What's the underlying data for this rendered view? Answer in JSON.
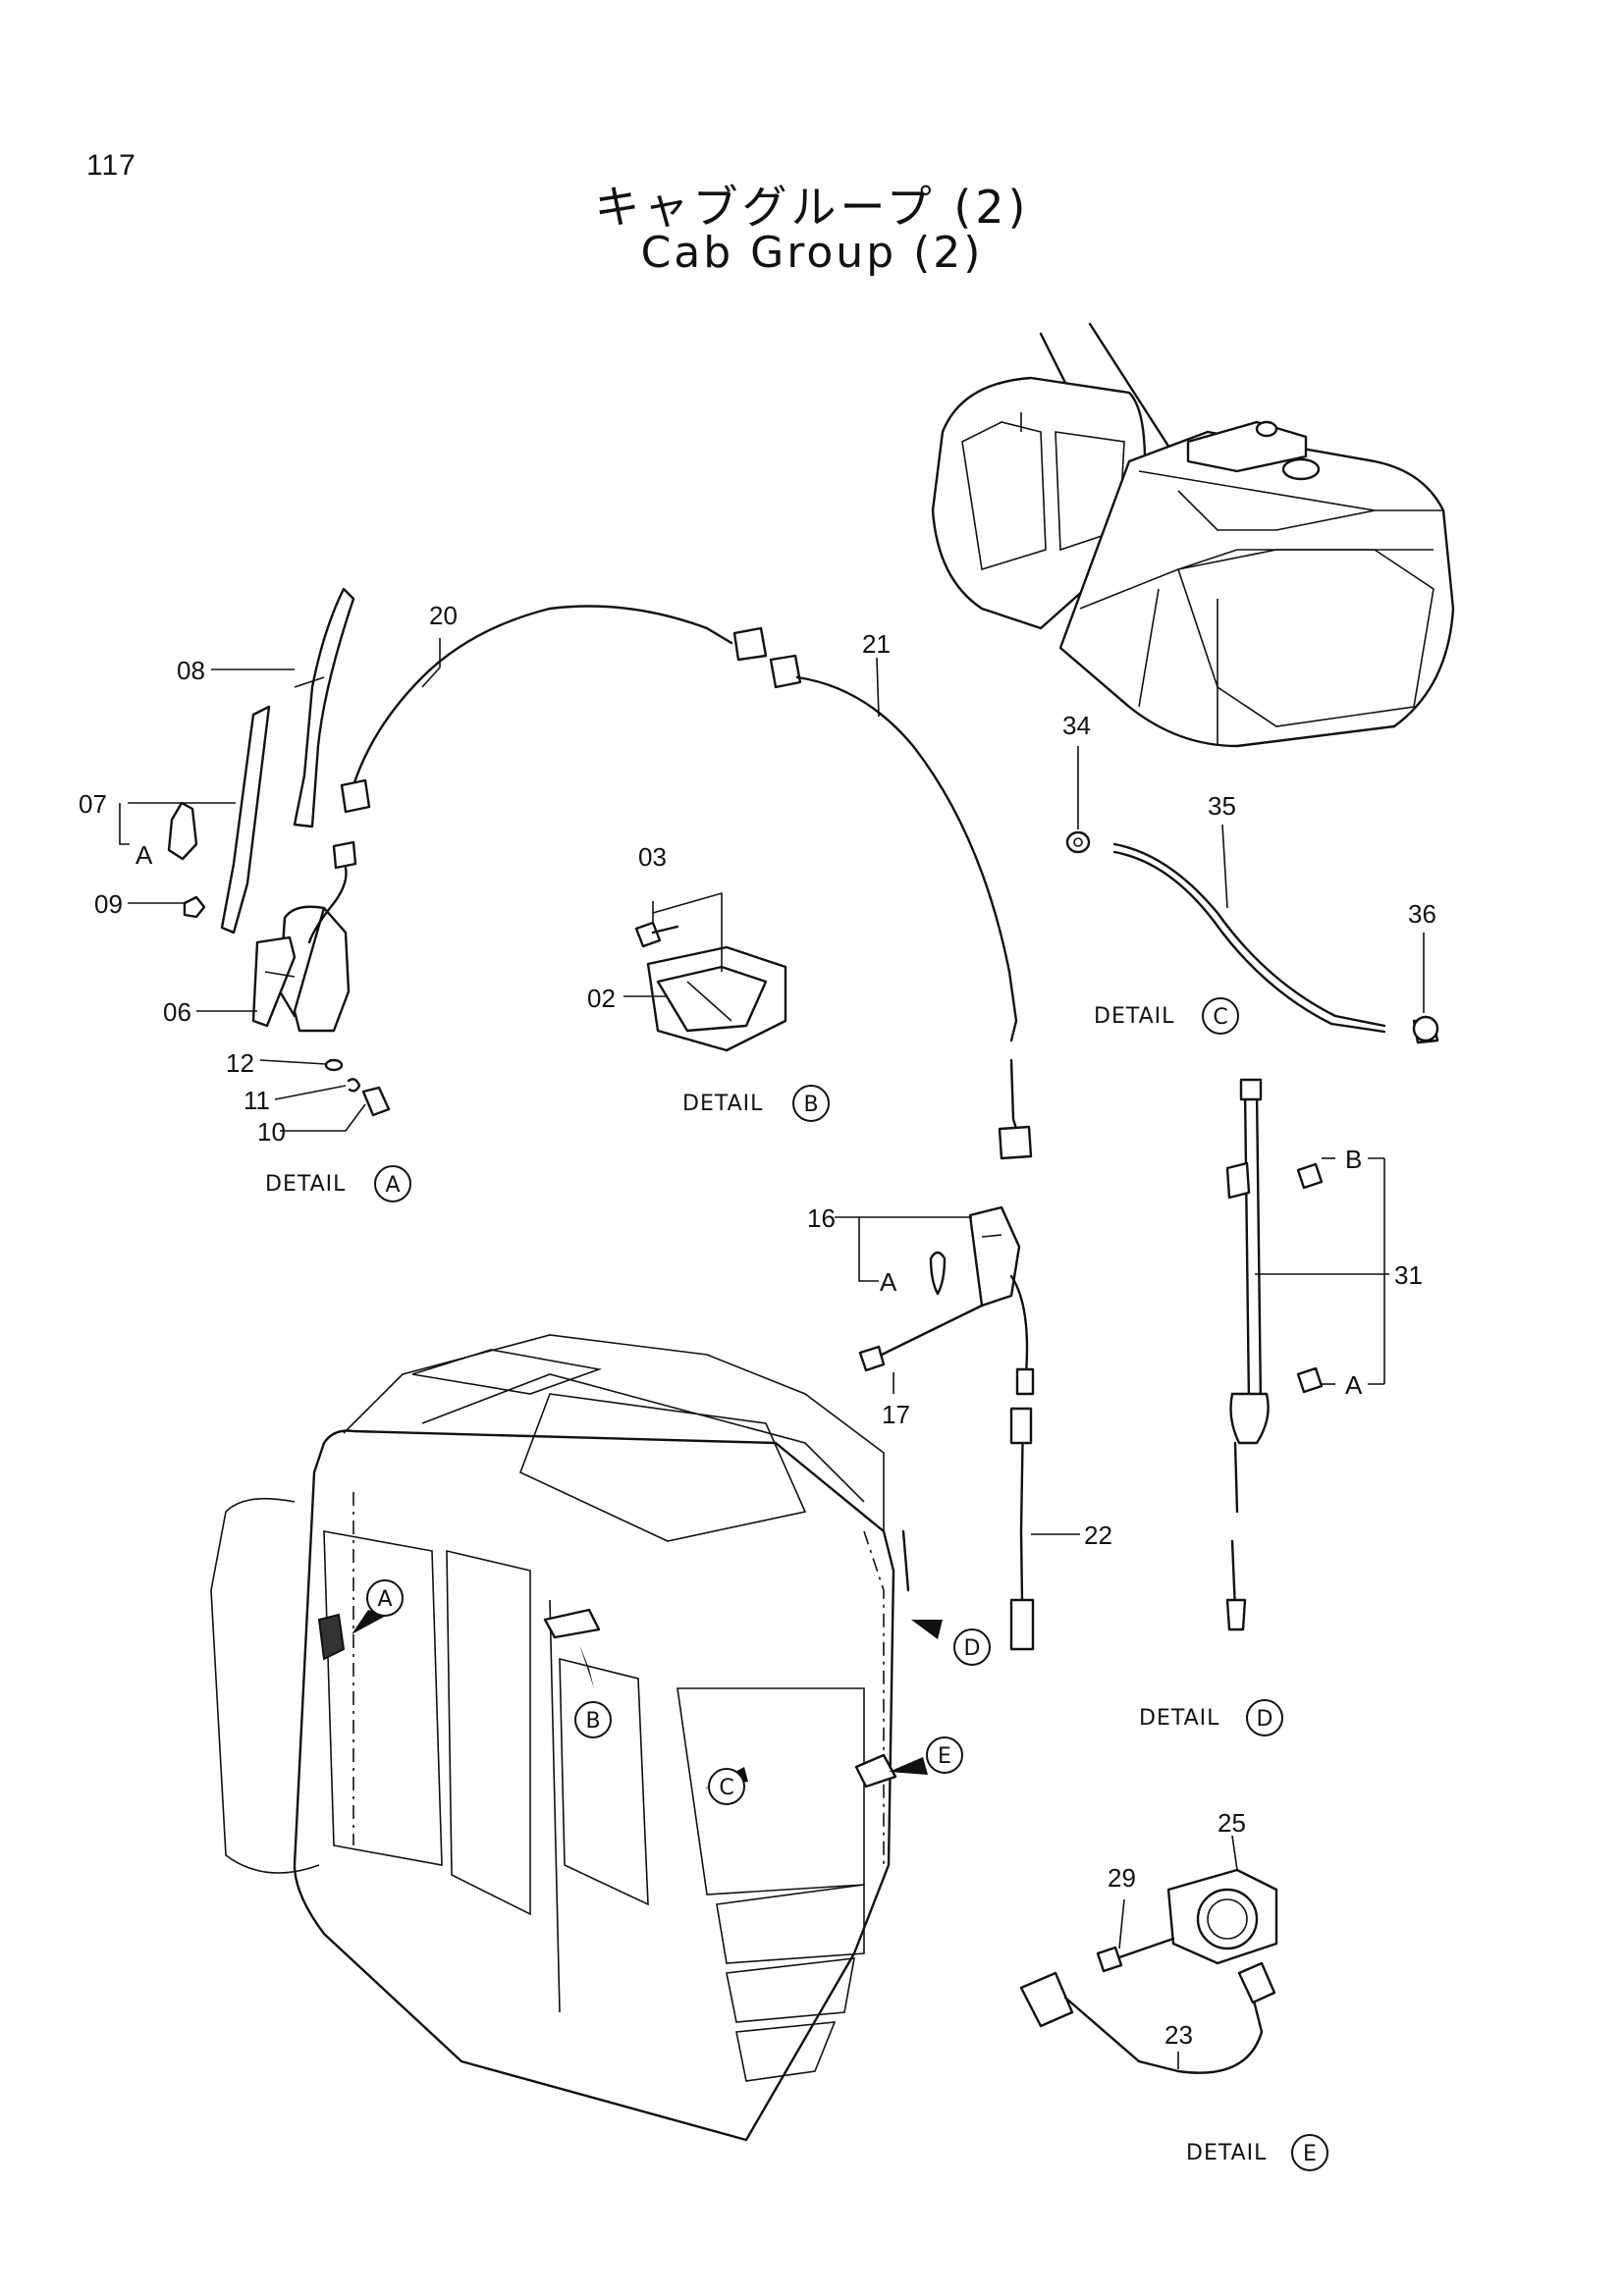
{
  "page_number": "117",
  "title_jp": "キャブグループ (2)",
  "title_en": "Cab Group (2)",
  "part_labels": {
    "p20": "20",
    "p21": "21",
    "p08": "08",
    "p07": "07",
    "pA1": "A",
    "p09": "09",
    "p06": "06",
    "p12": "12",
    "p11": "11",
    "p10": "10",
    "p03": "03",
    "p02": "02",
    "p34": "34",
    "p35": "35",
    "p36": "36",
    "p16": "16",
    "pA2": "A",
    "p17": "17",
    "p22": "22",
    "p31": "31",
    "pB3": "B",
    "pA3": "A",
    "p25": "25",
    "p29": "29",
    "p23": "23"
  },
  "details": {
    "a": {
      "text": "DETAIL",
      "letter": "A"
    },
    "b": {
      "text": "DETAIL",
      "letter": "B"
    },
    "c": {
      "text": "DETAIL",
      "letter": "C"
    },
    "d": {
      "text": "DETAIL",
      "letter": "D"
    },
    "e": {
      "text": "DETAIL",
      "letter": "E"
    }
  },
  "cab_callouts": {
    "a": "A",
    "b": "B",
    "c": "C",
    "d": "D",
    "e": "E"
  }
}
